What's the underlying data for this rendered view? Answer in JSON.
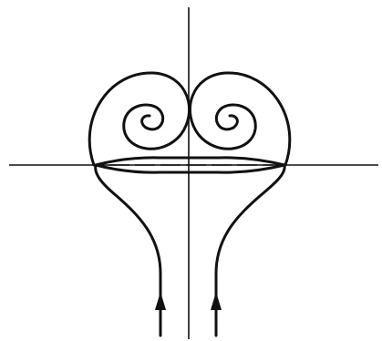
{
  "diagram": {
    "elements": [
      "vertical-axis",
      "horizontal-axis",
      "plate",
      "flow-line-left",
      "flow-line-right",
      "vortex-left",
      "vortex-right",
      "flow-arrow-left",
      "flow-arrow-right"
    ],
    "colors": {
      "ink": "#111111",
      "background": "#ffffff"
    },
    "arrow_direction": "up",
    "vortex_count": 2
  }
}
